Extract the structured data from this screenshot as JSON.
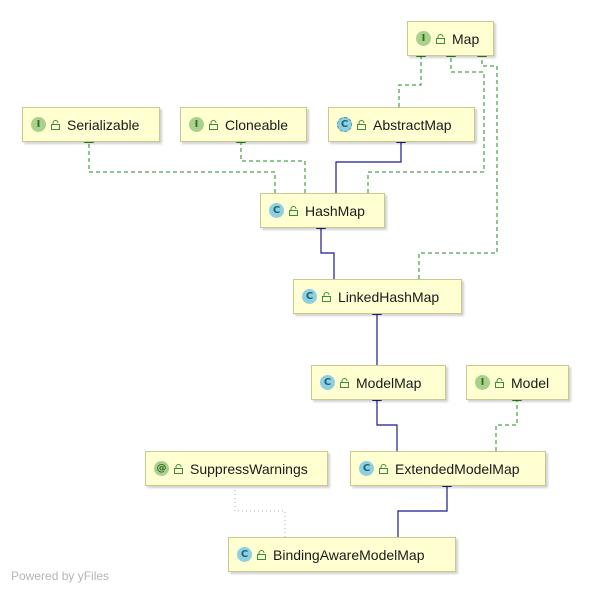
{
  "diagram": {
    "nodes": [
      {
        "id": "map",
        "label": "Map",
        "kind": "I"
      },
      {
        "id": "serializable",
        "label": "Serializable",
        "kind": "I"
      },
      {
        "id": "cloneable",
        "label": "Cloneable",
        "kind": "I"
      },
      {
        "id": "abstractmap",
        "label": "AbstractMap",
        "kind": "C"
      },
      {
        "id": "hashmap",
        "label": "HashMap",
        "kind": "C"
      },
      {
        "id": "linkedhashmap",
        "label": "LinkedHashMap",
        "kind": "C"
      },
      {
        "id": "modelmap",
        "label": "ModelMap",
        "kind": "C"
      },
      {
        "id": "model",
        "label": "Model",
        "kind": "I"
      },
      {
        "id": "suppresswarnings",
        "label": "SuppressWarnings",
        "kind": "@"
      },
      {
        "id": "extendedmodelmap",
        "label": "ExtendedModelMap",
        "kind": "C"
      },
      {
        "id": "bindingawaremodelmap",
        "label": "BindingAwareModelMap",
        "kind": "C"
      }
    ],
    "edges": [
      {
        "from": "abstractmap",
        "to": "map",
        "relation": "implements"
      },
      {
        "from": "hashmap",
        "to": "map",
        "relation": "implements"
      },
      {
        "from": "linkedhashmap",
        "to": "map",
        "relation": "implements"
      },
      {
        "from": "hashmap",
        "to": "serializable",
        "relation": "implements"
      },
      {
        "from": "hashmap",
        "to": "cloneable",
        "relation": "implements"
      },
      {
        "from": "hashmap",
        "to": "abstractmap",
        "relation": "extends"
      },
      {
        "from": "linkedhashmap",
        "to": "hashmap",
        "relation": "extends"
      },
      {
        "from": "modelmap",
        "to": "linkedhashmap",
        "relation": "extends"
      },
      {
        "from": "extendedmodelmap",
        "to": "modelmap",
        "relation": "extends"
      },
      {
        "from": "extendedmodelmap",
        "to": "model",
        "relation": "implements"
      },
      {
        "from": "bindingawaremodelmap",
        "to": "extendedmodelmap",
        "relation": "extends"
      },
      {
        "from": "bindingawaremodelmap",
        "to": "suppresswarnings",
        "relation": "annotated"
      }
    ]
  },
  "colors": {
    "extends": "#1a1a8c",
    "implements": "#1e8c1e",
    "annotated": "#b0b0b0",
    "node_fill": "#ffffd2"
  },
  "watermark": "Powered by yFiles"
}
